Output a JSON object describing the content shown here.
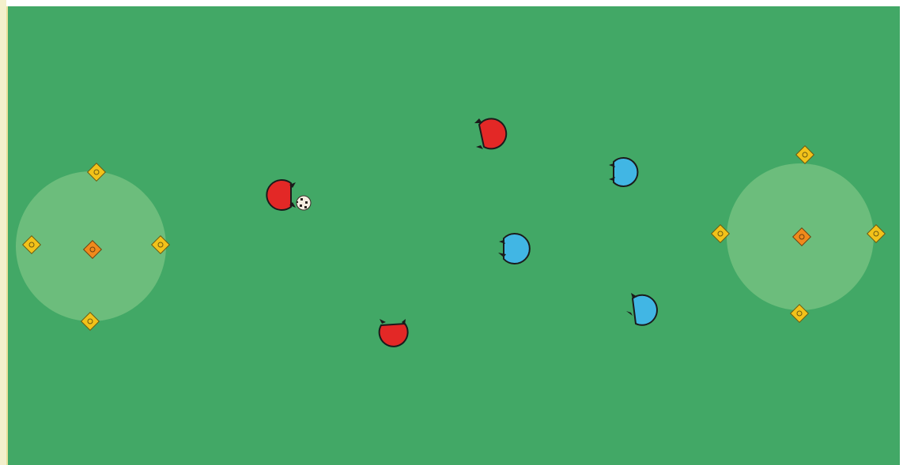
{
  "game": {
    "type": "robot-soccer-field",
    "colors": {
      "field": "#42a866",
      "zone": "#6cbd7c",
      "marker_outer": "#f2c21a",
      "marker_center": "#f08a1c",
      "team_red": "#e32826",
      "team_blue": "#41b6e4",
      "outline": "#1b1b1b",
      "ball": "#f4ede0"
    },
    "zones": [
      {
        "name": "left-goal-zone",
        "markers": [
          "top",
          "left",
          "center",
          "right",
          "bottom"
        ]
      },
      {
        "name": "right-goal-zone",
        "markers": [
          "top",
          "left",
          "center",
          "right",
          "bottom"
        ]
      }
    ],
    "teams": [
      {
        "name": "red",
        "color": "red",
        "players": 3
      },
      {
        "name": "blue",
        "color": "blue",
        "players": 3
      }
    ],
    "ball": {
      "icon": "soccer-ball-icon",
      "possessed_by": "red-player-1"
    }
  }
}
